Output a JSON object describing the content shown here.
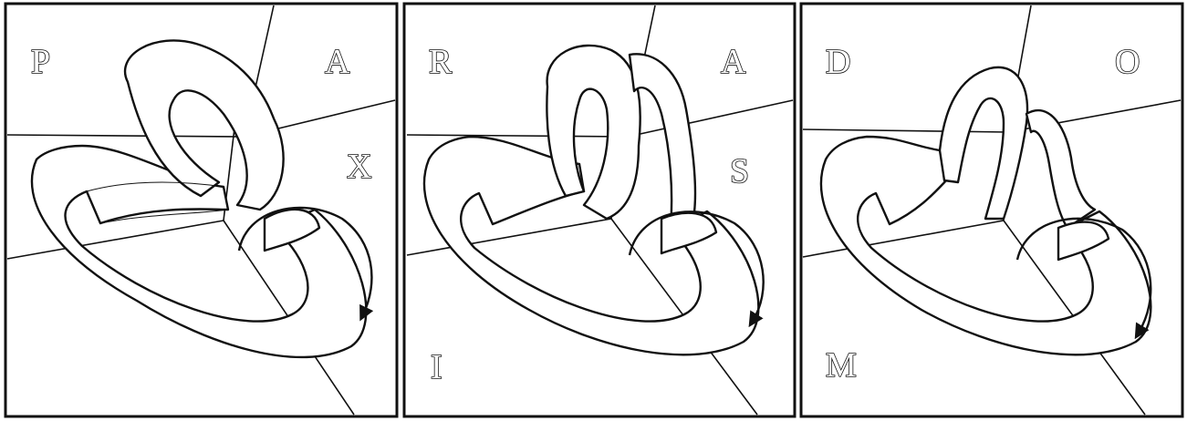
{
  "figure": {
    "panels": [
      {
        "name": "panel-1",
        "labels": {
          "top_left": "P",
          "top_right": "A",
          "mid_right": "X",
          "bottom_left": ""
        }
      },
      {
        "name": "panel-2",
        "labels": {
          "top_left": "R",
          "top_right": "A",
          "mid_right": "S",
          "bottom_left": "I"
        }
      },
      {
        "name": "panel-3",
        "labels": {
          "top_left": "D",
          "top_right": "O",
          "mid_right": "",
          "bottom_left": "M"
        }
      }
    ],
    "colors": {
      "ink": "#111111",
      "paper": "#ffffff"
    }
  }
}
